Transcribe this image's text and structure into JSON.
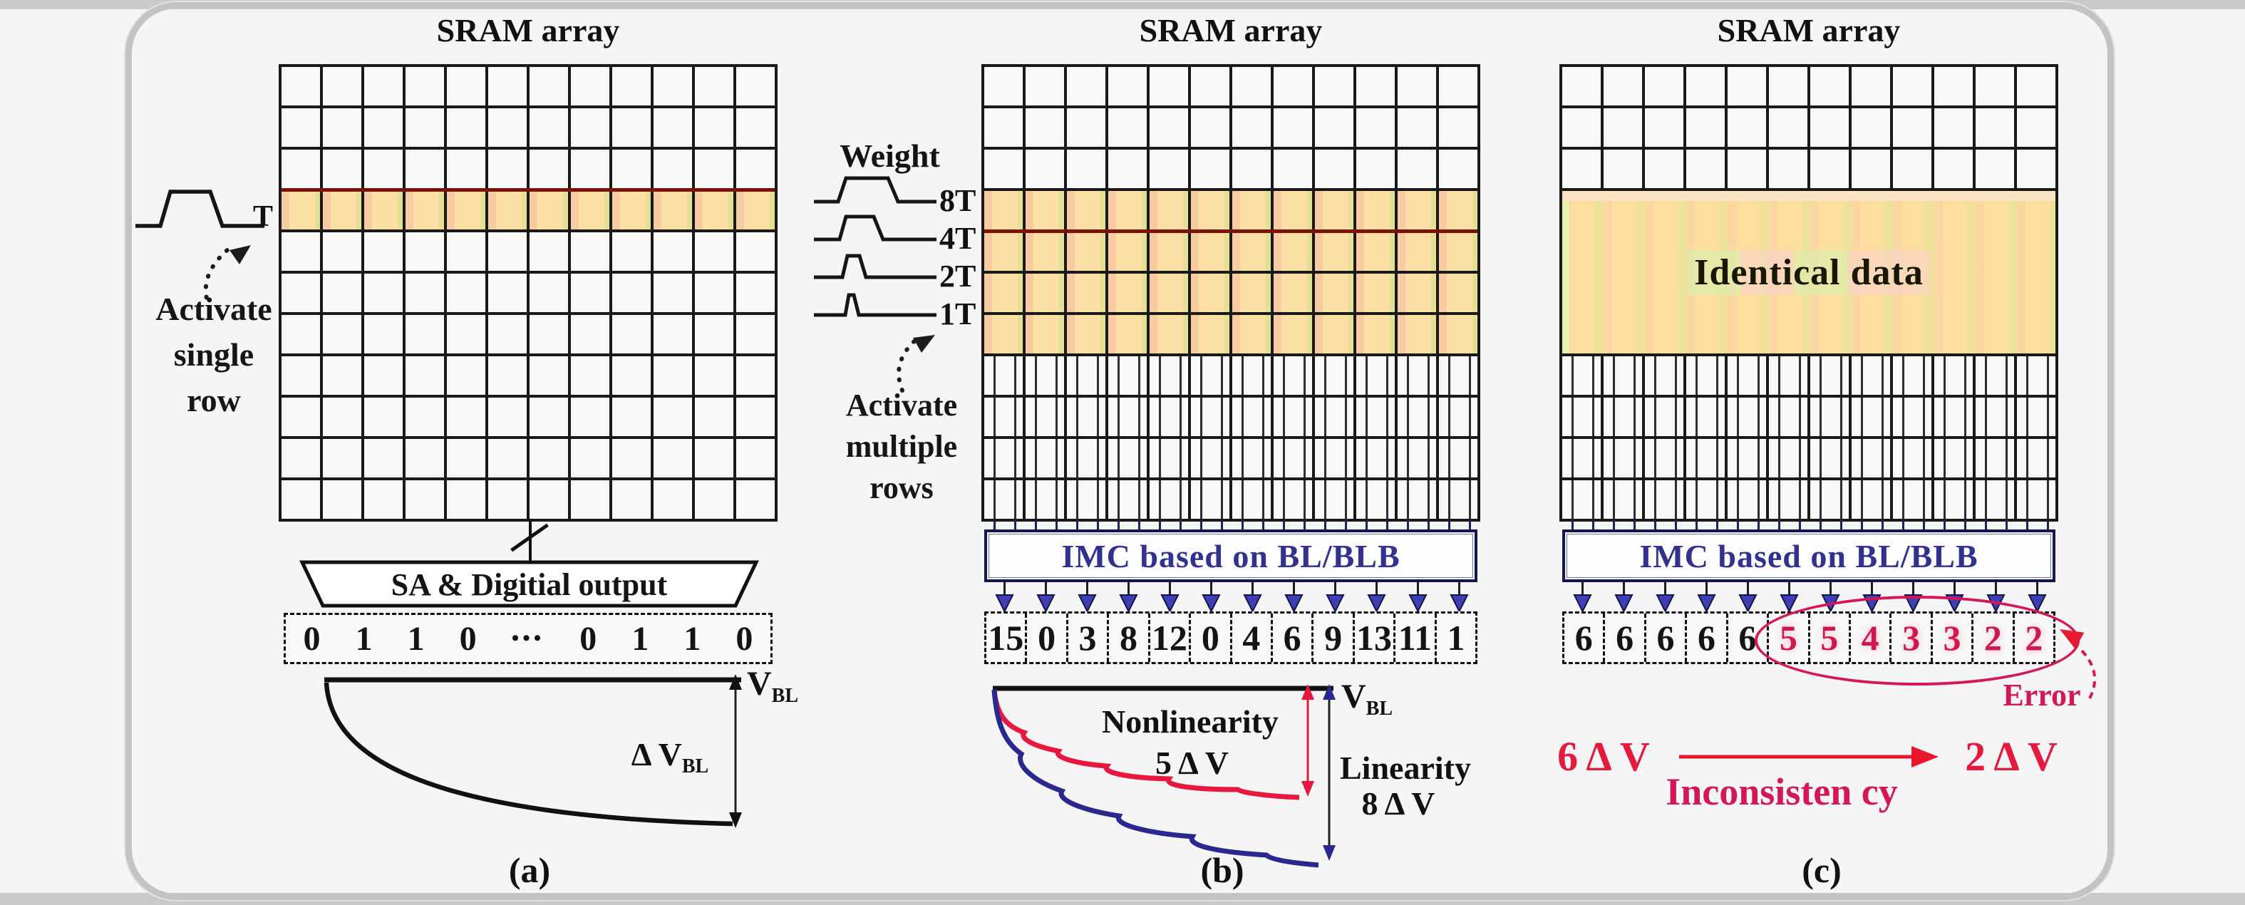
{
  "panel_a": {
    "title": "SRAM array",
    "pulse_label": "T",
    "activate_lines": [
      "Activate",
      "single",
      "row"
    ],
    "sa_box_label": "SA & Digitial output",
    "output_bits": [
      "0",
      "1",
      "1",
      "0",
      "•••",
      "0",
      "1",
      "1",
      "0"
    ],
    "vbl": {
      "main": "V",
      "sub": "BL"
    },
    "delta_vbl": {
      "main": "Δ V",
      "sub": "BL"
    },
    "caption": "(a)"
  },
  "panel_b": {
    "title": "SRAM array",
    "weight_label": "Weight",
    "pulse_labels": [
      "8T",
      "4T",
      "2T",
      "1T"
    ],
    "activate_lines": [
      "Activate",
      "multiple",
      "rows"
    ],
    "imc_label": "IMC based on BL/BLB",
    "outputs": [
      "15",
      "0",
      "3",
      "8",
      "12",
      "0",
      "4",
      "6",
      "9",
      "13",
      "11",
      "1"
    ],
    "vbl": {
      "main": "V",
      "sub": "BL"
    },
    "nonlinearity": {
      "label": "Nonlinearity",
      "value": "5 Δ V"
    },
    "linearity": {
      "label": "Linearity",
      "value": "8 Δ V"
    },
    "caption": "(b)"
  },
  "panel_c": {
    "title": "SRAM array",
    "band_label": "Identical data",
    "imc_label": "IMC based on BL/BLB",
    "outputs": [
      "6",
      "6",
      "6",
      "6",
      "6",
      "5",
      "5",
      "4",
      "3",
      "3",
      "2",
      "2"
    ],
    "error_label": "Error",
    "transition": {
      "from": "6 Δ V",
      "to": "2 Δ V",
      "label": "Inconsisten cy"
    },
    "caption": "(c)"
  },
  "colors": {
    "highlight_row": "#fbdfa4",
    "identical_band": "#fcdf9e",
    "maroon_line": "#7a1208",
    "imc_text": "#31318e",
    "arrow_blue": "#3f3fb4",
    "crimson": "#d0184e",
    "bright_red": "#e51a3f",
    "curve_red": "#e8173d",
    "curve_blue": "#28288e",
    "frame_gray": "#c3c3c3"
  }
}
